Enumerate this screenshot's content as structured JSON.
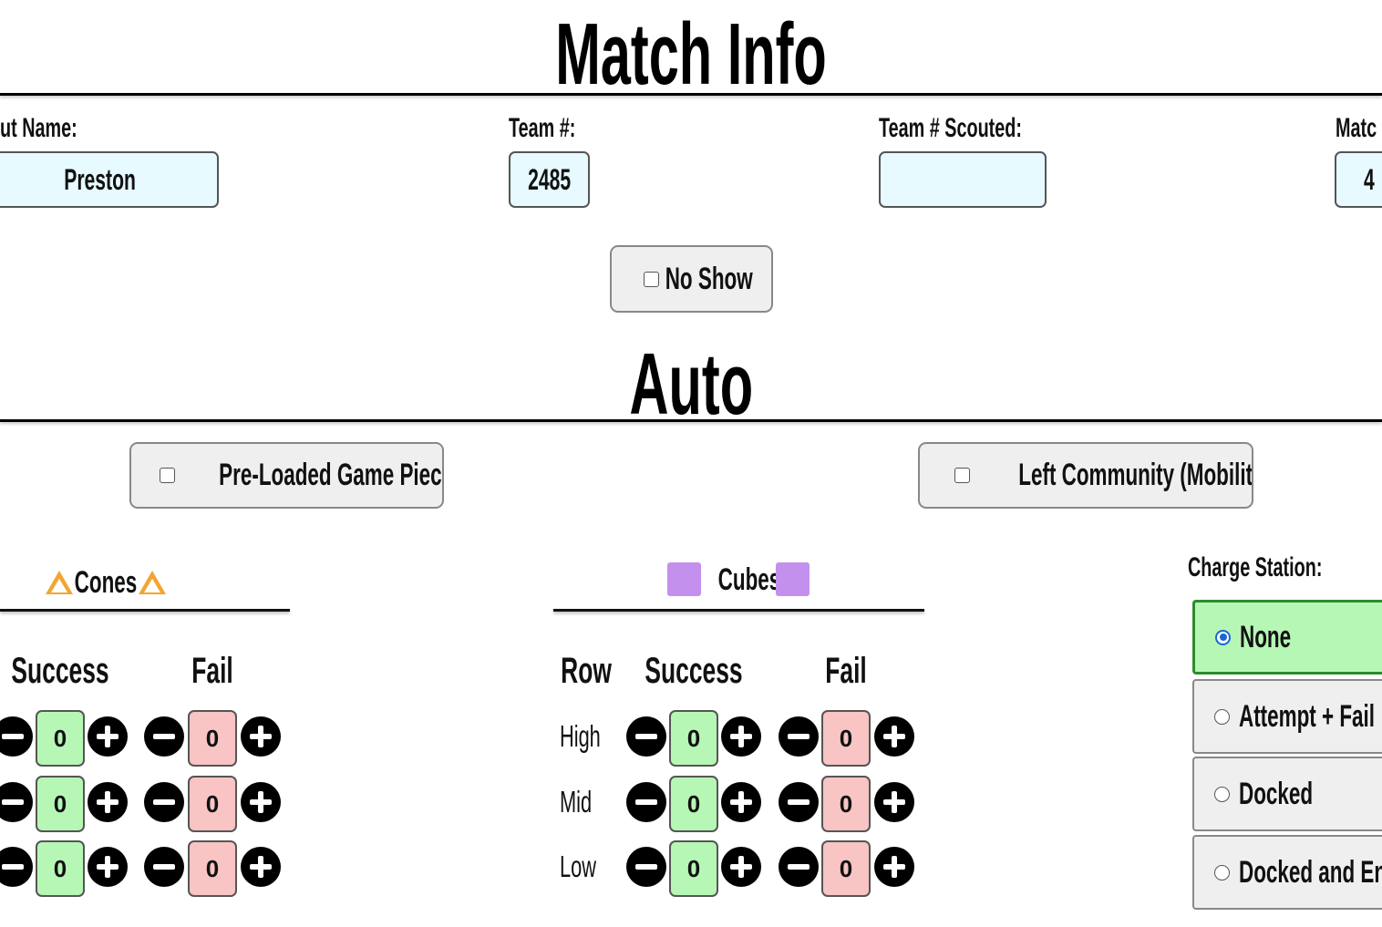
{
  "match_info": {
    "title": "Match Info",
    "scout_name": {
      "label": "ut Name:",
      "value": "Preston"
    },
    "team_number": {
      "label": "Team #:",
      "value": "2485"
    },
    "team_scouted": {
      "label": "Team # Scouted:",
      "value": ""
    },
    "match_number": {
      "label": "Matc",
      "value": "4"
    },
    "no_show": {
      "label": "No Show",
      "checked": false
    }
  },
  "auto": {
    "title": "Auto",
    "preloaded": {
      "label": "Pre-Loaded Game Piece",
      "checked": false
    },
    "mobility": {
      "label": "Left Community (Mobility)",
      "checked": false
    },
    "cones": {
      "heading": "Cones",
      "icon": "cone-icon",
      "color": "#f3a533",
      "success_header": "Success",
      "fail_header": "Fail",
      "rows": [
        {
          "success": "0",
          "fail": "0"
        },
        {
          "success": "0",
          "fail": "0"
        },
        {
          "success": "0",
          "fail": "0"
        }
      ]
    },
    "cubes": {
      "heading": "Cubes",
      "icon": "cube-icon",
      "color": "#c490ee",
      "row_header": "Row",
      "success_header": "Success",
      "fail_header": "Fail",
      "rows": [
        {
          "label": "High",
          "success": "0",
          "fail": "0"
        },
        {
          "label": "Mid",
          "success": "0",
          "fail": "0"
        },
        {
          "label": "Low",
          "success": "0",
          "fail": "0"
        }
      ]
    },
    "charge_station": {
      "label": "Charge Station:",
      "options": [
        {
          "label": "None",
          "selected": true
        },
        {
          "label": "Attempt + Fail",
          "selected": false
        },
        {
          "label": "Docked",
          "selected": false
        },
        {
          "label": "Docked and En",
          "selected": false
        }
      ]
    }
  },
  "colors": {
    "success": "#b6f7b6",
    "fail": "#f9c4c4",
    "input_bg": "#e6faff",
    "selected_green": "#b6f7b6"
  }
}
